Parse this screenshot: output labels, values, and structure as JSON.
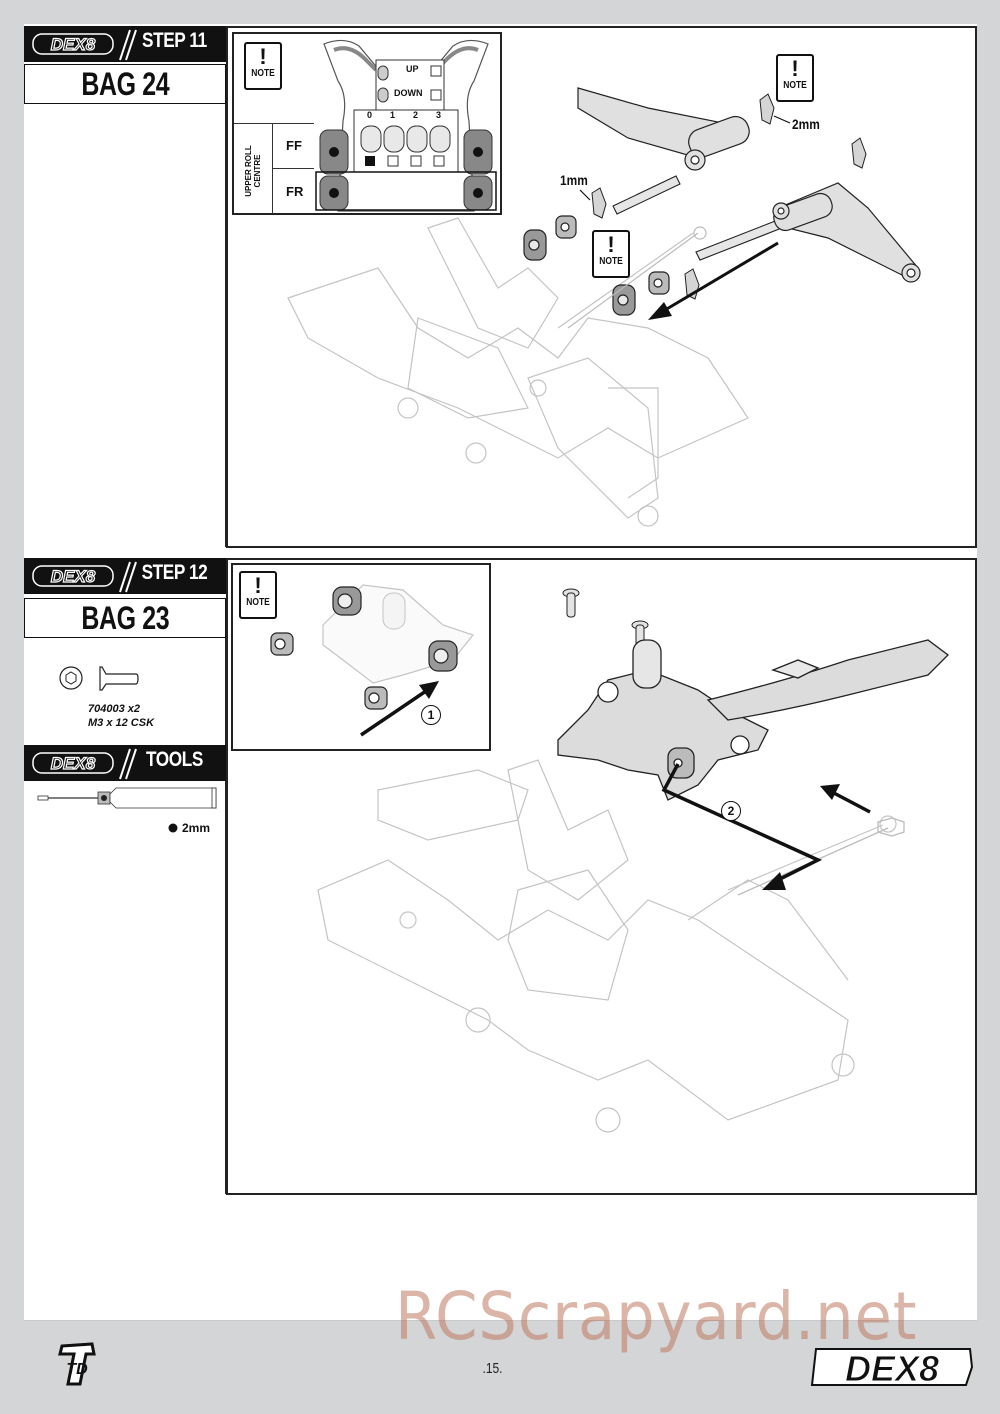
{
  "brand": {
    "logo_text": "DEX8",
    "maker_logo_text": "TD",
    "accent": "#111111",
    "background": "#d4d5d7"
  },
  "step11": {
    "step_label": "STEP 11",
    "bag_label": "BAG 24",
    "notes": [
      {
        "bang": "!",
        "text": "NOTE"
      },
      {
        "bang": "!",
        "text": "NOTE"
      },
      {
        "bang": "!",
        "text": "NOTE"
      }
    ],
    "roll_centre_table": {
      "side_label": "UPPER ROLL CENTRE",
      "rows": [
        "FF",
        "FR"
      ],
      "columns": [
        "0",
        "1",
        "2",
        "3"
      ],
      "selected_column": "0",
      "orientation": [
        {
          "label": "UP",
          "checked": false
        },
        {
          "label": "DOWN",
          "checked": false
        }
      ]
    },
    "callouts": {
      "shim_2mm": "2mm",
      "shim_1mm": "1mm"
    }
  },
  "step12": {
    "step_label": "STEP 12",
    "bag_label": "BAG 23",
    "note": {
      "bang": "!",
      "text": "NOTE"
    },
    "part": {
      "code": "704003 x2",
      "desc": "M3 x 12 CSK"
    },
    "tools": {
      "label": "TOOLS",
      "hex_size": "2mm"
    },
    "sequence": [
      "1",
      "2"
    ]
  },
  "footer": {
    "page_number": ".15.",
    "watermark": "RCScrapyard.net"
  }
}
